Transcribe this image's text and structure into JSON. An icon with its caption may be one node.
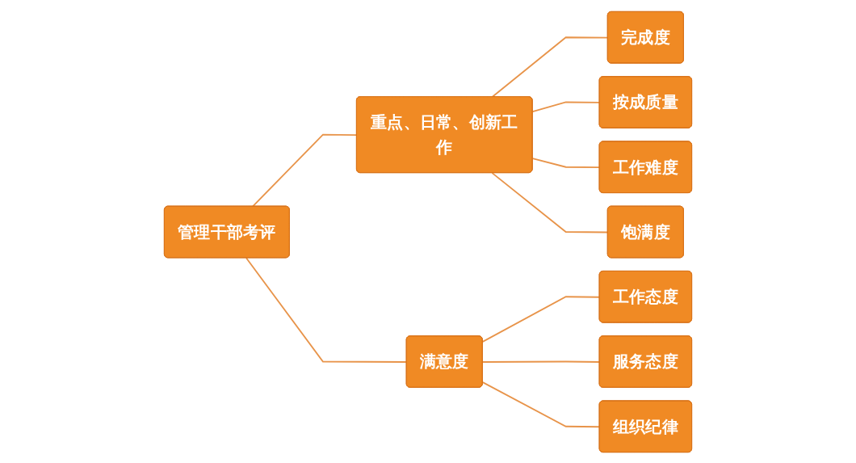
{
  "diagram": {
    "nodes": [
      {
        "text": [
          "管理干部考评"
        ]
      },
      {
        "text": [
          "重点、日常、创新工作"
        ]
      },
      {
        "text": [
          "完成度"
        ]
      },
      {
        "text": [
          "按成质量"
        ]
      },
      {
        "text": [
          "工作难度"
        ]
      },
      {
        "text": [
          "饱满度"
        ]
      },
      {
        "text": [
          "满意度"
        ]
      },
      {
        "text": [
          "工作态度"
        ]
      },
      {
        "text": [
          "服务态度"
        ]
      },
      {
        "text": [
          "组织纪律"
        ]
      }
    ],
    "edges": [
      {
        "from": 0,
        "to": 1,
        "arrow": "none"
      },
      {
        "from": 0,
        "to": 6,
        "arrow": "none"
      },
      {
        "from": 1,
        "to": 2,
        "arrow": "none"
      },
      {
        "from": 1,
        "to": 3,
        "arrow": "none"
      },
      {
        "from": 1,
        "to": 4,
        "arrow": "none"
      },
      {
        "from": 1,
        "to": 5,
        "arrow": "none"
      },
      {
        "from": 6,
        "to": 7,
        "arrow": "none"
      },
      {
        "from": 6,
        "to": 8,
        "arrow": "none"
      },
      {
        "from": 6,
        "to": 9,
        "arrow": "none"
      }
    ]
  }
}
